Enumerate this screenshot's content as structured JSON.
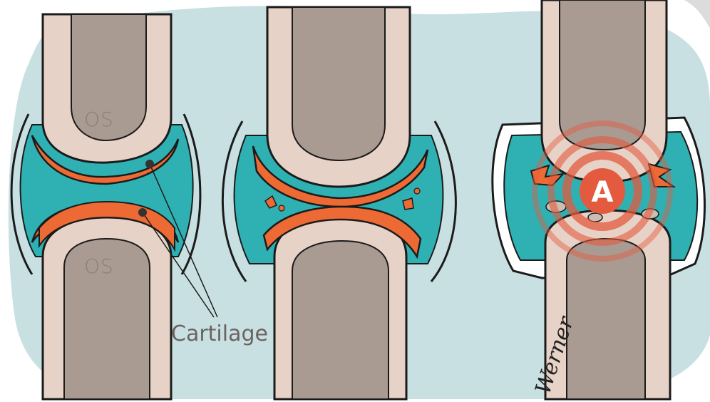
{
  "labels": {
    "bone_upper": "OS",
    "bone_lower": "OS",
    "cartilage": "Cartilage",
    "badge": "A",
    "signature": "Werner"
  },
  "colors": {
    "background_blob": "#c9e0e2",
    "bone_outer": "#e7d2c7",
    "bone_inner": "#a99a92",
    "synovial_fluid": "#2fb1b4",
    "cartilage": "#ee6a35",
    "inflammation": "#e45a3e",
    "outline": "#1b1b1b"
  },
  "icons": [
    "inflammation-target-icon"
  ]
}
